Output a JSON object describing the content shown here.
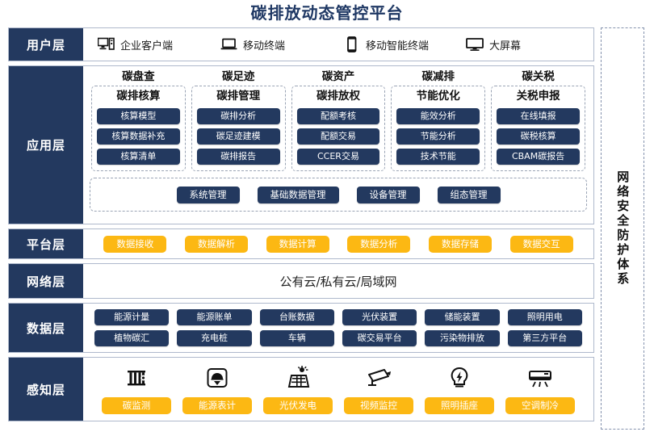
{
  "title": "碳排放动态管控平台",
  "security_panel": {
    "label": "网络安全防护体系"
  },
  "layers": {
    "user": {
      "label": "用户层",
      "items": [
        {
          "icon": "desktop-pc-icon",
          "label": "企业客户端"
        },
        {
          "icon": "laptop-icon",
          "label": "移动终端"
        },
        {
          "icon": "smartphone-icon",
          "label": "移动智能终端"
        },
        {
          "icon": "large-screen-icon",
          "label": "大屏幕"
        }
      ]
    },
    "app": {
      "label": "应用层",
      "columns": [
        {
          "title": "碳盘查",
          "subtitle": "碳排核算",
          "items": [
            "核算模型",
            "核算数据补充",
            "核算清单"
          ]
        },
        {
          "title": "碳足迹",
          "subtitle": "碳排管理",
          "items": [
            "碳排分析",
            "碳足迹建模",
            "碳排报告"
          ]
        },
        {
          "title": "碳资产",
          "subtitle": "碳排放权",
          "items": [
            "配额考核",
            "配额交易",
            "CCER交易"
          ]
        },
        {
          "title": "碳减排",
          "subtitle": "节能优化",
          "items": [
            "能效分析",
            "节能分析",
            "技术节能"
          ]
        },
        {
          "title": "碳关税",
          "subtitle": "关税申报",
          "items": [
            "在线填报",
            "碳税核算",
            "CBAM碳报告"
          ]
        }
      ],
      "management": [
        "系统管理",
        "基础数据管理",
        "设备管理",
        "组态管理"
      ]
    },
    "platform": {
      "label": "平台层",
      "items": [
        "数据接收",
        "数据解析",
        "数据计算",
        "数据分析",
        "数据存储",
        "数据交互"
      ]
    },
    "network": {
      "label": "网络层",
      "text": "公有云/私有云/局域网"
    },
    "data": {
      "label": "数据层",
      "row1": [
        "能源计量",
        "能源账单",
        "台账数据",
        "光伏装置",
        "储能装置",
        "照明用电"
      ],
      "row2": [
        "植物碳汇",
        "充电桩",
        "车辆",
        "碳交易平台",
        "污染物排放",
        "第三方平台"
      ]
    },
    "sense": {
      "label": "感知层",
      "items": [
        {
          "icon": "carbon-sensor-icon",
          "label": "碳监测"
        },
        {
          "icon": "energy-meter-icon",
          "label": "能源表计"
        },
        {
          "icon": "solar-panel-icon",
          "label": "光伏发电"
        },
        {
          "icon": "cctv-camera-icon",
          "label": "视频监控"
        },
        {
          "icon": "light-bulb-icon",
          "label": "照明插座"
        },
        {
          "icon": "air-conditioner-icon",
          "label": "空调制冷"
        }
      ]
    }
  },
  "colors": {
    "navy": "#23395F",
    "title_navy": "#1F3864",
    "yellow": "#FCB813",
    "border": "#AFB9CC",
    "dashed": "#9AA4B5"
  }
}
